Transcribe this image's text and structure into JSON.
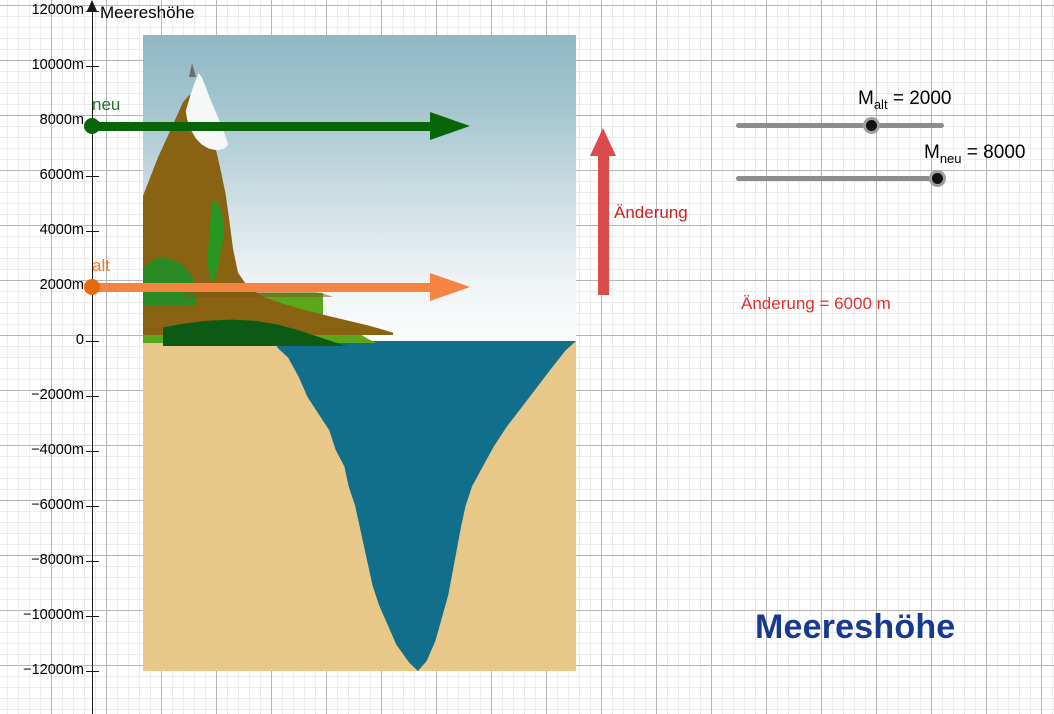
{
  "axis": {
    "title": "Meereshöhe",
    "ticks": [
      {
        "label": "12000m",
        "value": 12000
      },
      {
        "label": "10000m",
        "value": 10000
      },
      {
        "label": "8000m",
        "value": 8000
      },
      {
        "label": "6000m",
        "value": 6000
      },
      {
        "label": "4000m",
        "value": 4000
      },
      {
        "label": "2000m",
        "value": 2000
      },
      {
        "label": "0",
        "value": 0
      },
      {
        "label": "−2000m",
        "value": -2000
      },
      {
        "label": "−4000m",
        "value": -4000
      },
      {
        "label": "−6000m",
        "value": -6000
      },
      {
        "label": "−8000m",
        "value": -8000
      },
      {
        "label": "−10000m",
        "value": -10000
      },
      {
        "label": "−12000m",
        "value": -12000
      }
    ]
  },
  "levels": {
    "neu": {
      "label": "neu",
      "value": 8000,
      "color": "#076607"
    },
    "alt": {
      "label": "alt",
      "value": 2000,
      "color": "#f58442"
    }
  },
  "change": {
    "arrow_label": "Änderung",
    "value_text": "Änderung = 6000 m",
    "value": 6000,
    "color": "#dc4a4a"
  },
  "sliders": [
    {
      "name": "M_alt",
      "caption_main": "M",
      "caption_sub": "alt",
      "caption_rest": " = 2000",
      "value": 2000
    },
    {
      "name": "M_neu",
      "caption_main": "M",
      "caption_sub": "neu",
      "caption_rest": " = 8000",
      "value": 8000
    }
  ],
  "title": {
    "text": "Meereshöhe",
    "color": "#173a8f"
  },
  "chart_data": {
    "type": "line",
    "title": "Meereshöhe",
    "ylabel": "Meereshöhe",
    "xlabel": "",
    "ylim": [
      -12000,
      12000
    ],
    "grid": true,
    "legend": "none",
    "series": [
      {
        "name": "neu",
        "value": 8000,
        "color": "#076607",
        "style": "horizontal-arrow"
      },
      {
        "name": "alt",
        "value": 2000,
        "color": "#f58442",
        "style": "horizontal-arrow"
      }
    ],
    "annotations": [
      {
        "text": "Änderung",
        "value": 6000,
        "color": "#dc4a4a"
      },
      {
        "text": "Änderung = 6000 m",
        "color": "#e03030"
      }
    ],
    "tick_labels": [
      "12000m",
      "10000m",
      "8000m",
      "6000m",
      "4000m",
      "2000m",
      "0",
      "−2000m",
      "−4000m",
      "−6000m",
      "−8000m",
      "−10000m",
      "−12000m"
    ]
  }
}
